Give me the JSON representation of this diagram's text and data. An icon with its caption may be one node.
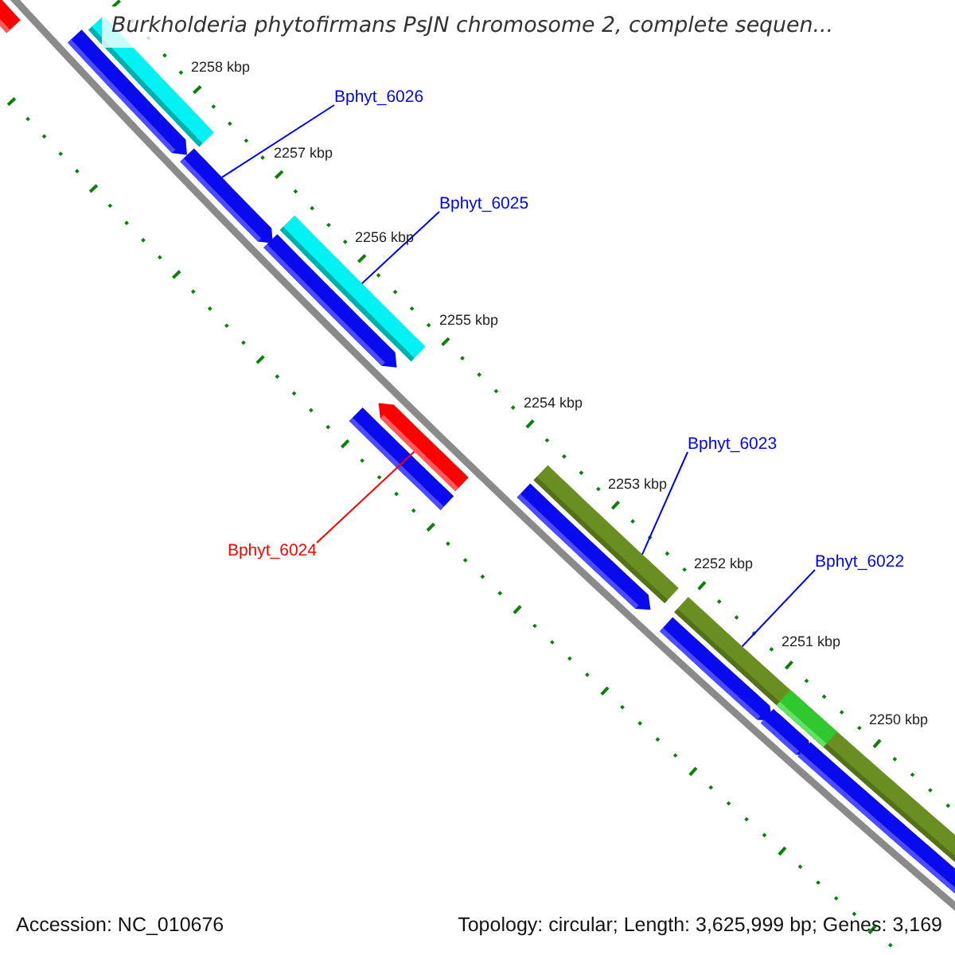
{
  "diagram": {
    "title": "Burkholderia phytofirmans PsJN chromosome 2, complete sequen...",
    "nodes": [
      {
        "text": [
          "Bphyt_6026"
        ]
      },
      {
        "text": [
          "Bphyt_6025"
        ]
      },
      {
        "text": [
          "Bphyt_6023"
        ]
      },
      {
        "text": [
          "Bphyt_6024"
        ]
      },
      {
        "text": [
          "Bphyt_6022"
        ]
      },
      {
        "text": [],
        "shape": "bar"
      },
      {
        "text": [],
        "shape": "bar"
      },
      {
        "text": [],
        "shape": "bar"
      },
      {
        "text": [],
        "shape": "bar"
      },
      {
        "text": [],
        "shape": "bar"
      }
    ],
    "edges": [
      {
        "from": 0,
        "to": 5,
        "arrow": "none"
      },
      {
        "from": 1,
        "to": 6,
        "arrow": "none"
      },
      {
        "from": 2,
        "to": 8,
        "arrow": "none"
      },
      {
        "from": 3,
        "to": 7,
        "arrow": "none",
        "color": "#ff0000"
      },
      {
        "from": 4,
        "to": 9,
        "arrow": "none"
      }
    ],
    "labels": [
      "2258 kbp",
      "2257 kbp",
      "2256 kbp",
      "2255 kbp",
      "2254 kbp",
      "2253 kbp",
      "2252 kbp",
      "2251 kbp",
      "2250 kbp",
      "Accession: NC_010676",
      "Topology: circular; Length: 3,625,999 bp; Genes: 3,169"
    ]
  }
}
